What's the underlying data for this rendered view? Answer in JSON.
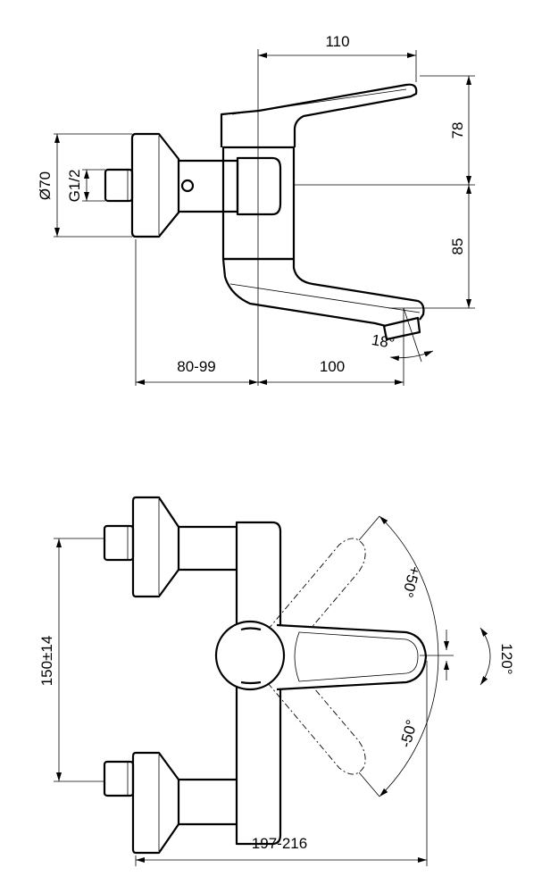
{
  "side_view": {
    "dim_width_lever": "110",
    "dim_height_upper": "78",
    "dim_height_lower": "85",
    "dim_diameter": "Ø70",
    "dim_thread": "G1/2",
    "dim_wall_projection": "80-99",
    "dim_spout_reach": "100",
    "dim_spout_angle": "18°"
  },
  "top_view": {
    "dim_centres": "150±14",
    "dim_total_width": "197-216",
    "dim_angle_plus": "+50°",
    "dim_angle_minus": "-50°",
    "dim_rotation": "120°"
  },
  "colors": {
    "line": "#000000",
    "background": "#ffffff"
  }
}
